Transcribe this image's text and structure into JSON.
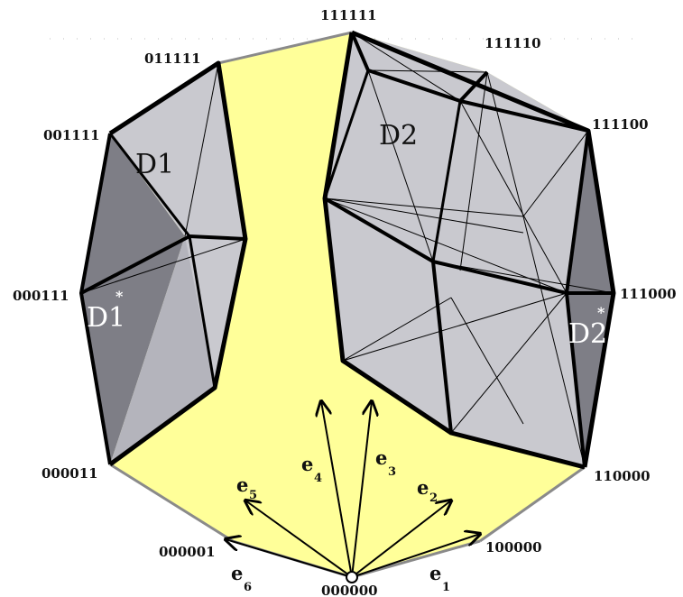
{
  "vertices": {
    "v111111": "111111",
    "v011111": "011111",
    "v111110": "111110",
    "v001111": "001111",
    "v111100": "111100",
    "v000111": "000111",
    "v111000": "111000",
    "v000011": "000011",
    "v110000": "110000",
    "v000001": "000001",
    "v100000": "100000",
    "v000000": "000000"
  },
  "regions": {
    "d1": "D1",
    "d2": "D2",
    "d1_star": "D1",
    "d2_star": "D2",
    "star_mark": "*"
  },
  "vectors": {
    "e1": {
      "base": "e",
      "sub": "1"
    },
    "e2": {
      "base": "e",
      "sub": "2"
    },
    "e3": {
      "base": "e",
      "sub": "3"
    },
    "e4": {
      "base": "e",
      "sub": "4"
    },
    "e5": {
      "base": "e",
      "sub": "5"
    },
    "e6": {
      "base": "e",
      "sub": "6"
    }
  },
  "colors": {
    "background_fill": "#ffff99",
    "zonotope_fill": "#c9c9cf",
    "dark_face_fill": "#7e7e86",
    "edge": "#000000",
    "boundary_edge": "#8a8a8a"
  }
}
